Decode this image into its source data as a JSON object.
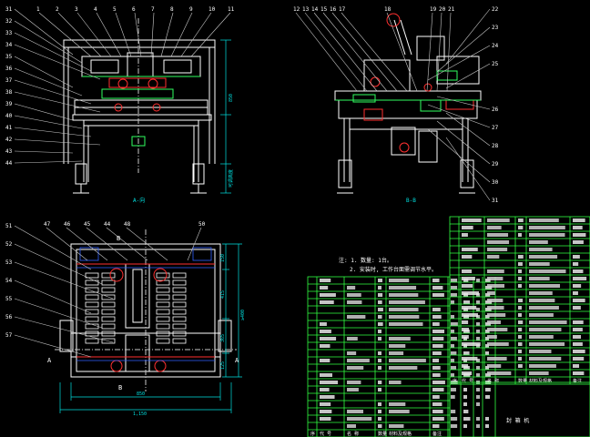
{
  "colors": {
    "background": "#000000",
    "outline": "#ffffff",
    "dimension": "#00e0e0",
    "accent": "#ff3030",
    "detail": "#30ff60",
    "hidden": "#3060ff",
    "leader": "#c8c8c8",
    "table_line": "#30ff40",
    "table_text": "#ffffff"
  },
  "views": {
    "front": {
      "caption": "A-向",
      "callouts_top": [
        "1",
        "2",
        "3",
        "4",
        "5",
        "6",
        "7",
        "8",
        "9",
        "10",
        "11"
      ],
      "callouts_left": [
        "31",
        "32",
        "33",
        "34",
        "35",
        "36",
        "37",
        "38",
        "39",
        "40",
        "41",
        "42",
        "43",
        "44"
      ],
      "dims": [
        "850",
        "可调高度"
      ]
    },
    "side": {
      "caption": "B-B",
      "callouts_top": [
        "12",
        "13",
        "14",
        "15",
        "16",
        "17",
        "18",
        "19",
        "20",
        "21"
      ],
      "callouts_right": [
        "22",
        "23",
        "24",
        "25",
        "26",
        "27",
        "28",
        "29",
        "30",
        "31"
      ]
    },
    "plan": {
      "section_a": "A",
      "section_b": "B",
      "callouts_top": [
        "47",
        "46",
        "45",
        "44",
        "48",
        "50"
      ],
      "callouts_left": [
        "51",
        "52",
        "53",
        "54",
        "55",
        "56",
        "57"
      ],
      "dims_right": [
        "150",
        "415",
        "≥400",
        "365",
        "125"
      ],
      "dims_bottom": [
        "850",
        "1,150"
      ]
    }
  },
  "notes": {
    "line1": "注: 1. 数量: 1台。",
    "line2": "2. 安装时, 工作台面需调节水平。"
  },
  "table_left": {
    "rows": 21,
    "footer": [
      "序",
      "代 号",
      "名 称",
      "数量",
      "材料及规格",
      "备注"
    ]
  },
  "table_right": {
    "rows": 22,
    "footer": [
      "序",
      "代 号",
      "名 称",
      "数量",
      "材料及规格",
      "备注"
    ],
    "title": "封 箱 机"
  }
}
